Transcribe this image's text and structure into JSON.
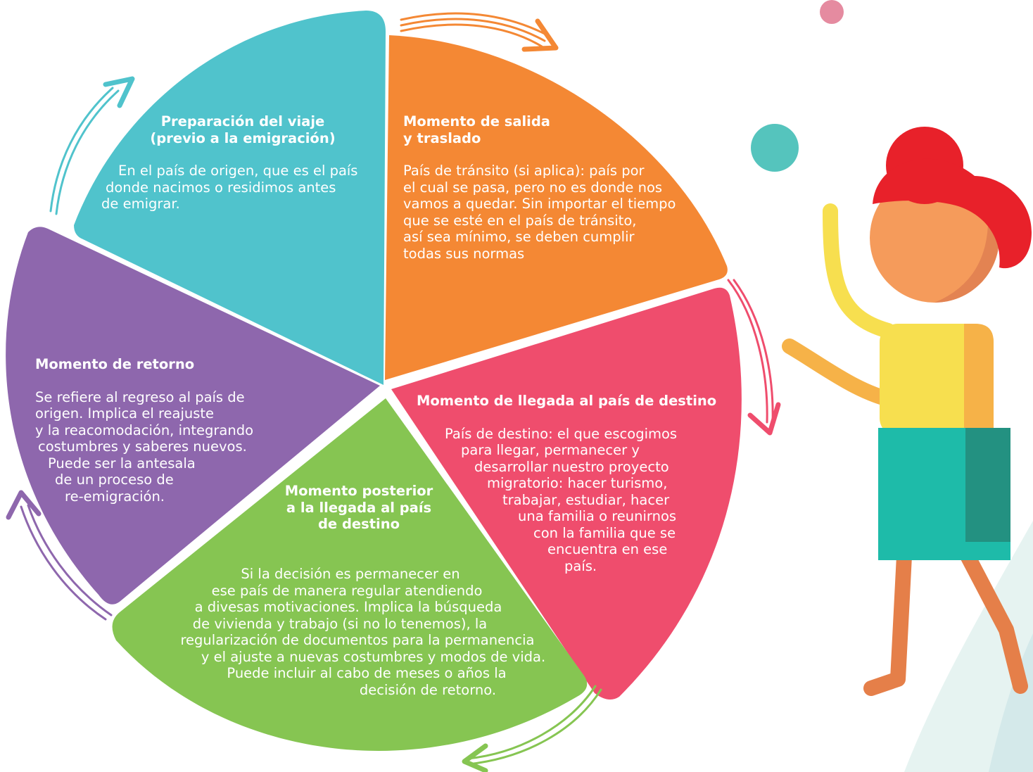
{
  "colors": {
    "preparation": "#50C3CC",
    "departure": "#F48834",
    "arrival": "#EF4D6D",
    "post_arrival": "#86C552",
    "return": "#8E67AD",
    "figure_hair": "#E8212A",
    "figure_skin": "#F59B5B",
    "figure_shirt": "#F7DF4F",
    "figure_skirt": "#1EBBA9"
  },
  "stages": [
    {
      "id": "preparation",
      "title_lines": [
        "Preparación del viaje",
        "(previo a la emigración)"
      ],
      "body_lines": [
        "En el país de origen, que es el país",
        "donde nacimos o residimos antes",
        "de emigrar."
      ]
    },
    {
      "id": "departure",
      "title_lines": [
        "Momento de salida",
        "y traslado"
      ],
      "body_lines": [
        "País de tránsito (si aplica): país por",
        "el cual se pasa, pero no es donde nos",
        "vamos a quedar. Sin importar el tiempo",
        "que se esté en el país de tránsito,",
        "así sea mínimo, se deben cumplir",
        "todas sus normas"
      ]
    },
    {
      "id": "arrival",
      "title_lines": [
        "Momento de llegada al país de destino"
      ],
      "body_lines": [
        "País de destino: el que escogimos",
        "para llegar, permanecer y",
        "desarrollar nuestro proyecto",
        "migratorio: hacer turismo,",
        "trabajar, estudiar, hacer",
        "una familia o reunirnos",
        "con la familia que se",
        "encuentra en ese",
        "país."
      ]
    },
    {
      "id": "post_arrival",
      "title_lines": [
        "Momento posterior",
        "a la llegada al país",
        "de destino"
      ],
      "body_lines": [
        "Si la decisión es permanecer en",
        "ese país de manera regular atendiendo",
        "a divesas motivaciones. Implica la búsqueda",
        "de vivienda y trabajo (si no lo tenemos), la",
        "regularización de documentos para la permanencia",
        "y el ajuste a nuevas costumbres y modos de vida.",
        "Puede incluir al cabo de meses o años la",
        "decisión de retorno."
      ]
    },
    {
      "id": "return",
      "title_lines": [
        "Momento de retorno"
      ],
      "body_lines": [
        "Se refiere al regreso al país de",
        "origen. Implica el reajuste",
        "y la reacomodación, integrando",
        "costumbres y saberes nuevos.",
        "Puede ser la antesala",
        "de un proceso de",
        "re-emigración."
      ]
    }
  ]
}
